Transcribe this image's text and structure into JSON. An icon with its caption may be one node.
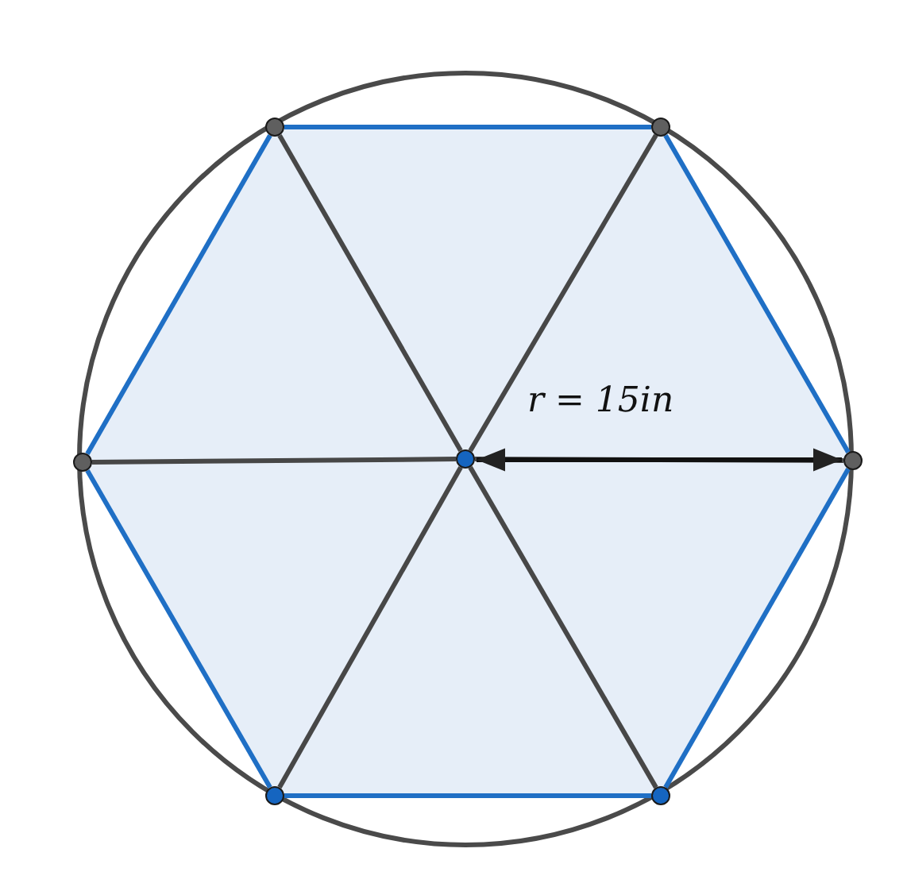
{
  "diagram": {
    "nodes": [
      {
        "text": [],
        "shape": "circle"
      },
      {
        "text": [],
        "shape": "circle"
      },
      {
        "text": [],
        "shape": "circle"
      },
      {
        "text": [],
        "shape": "circle"
      },
      {
        "text": [],
        "shape": "circle"
      },
      {
        "text": [],
        "shape": "circle"
      },
      {
        "text": [],
        "shape": "circle"
      }
    ],
    "edges": [
      {
        "from": 0,
        "to": 1,
        "arrow": "none",
        "color": "#1f6fc5"
      },
      {
        "from": 1,
        "to": 4,
        "arrow": "none",
        "color": "#1f6fc5"
      },
      {
        "from": 4,
        "to": 6,
        "arrow": "none",
        "color": "#1f6fc5"
      },
      {
        "from": 6,
        "to": 5,
        "arrow": "none",
        "color": "#1f6fc5"
      },
      {
        "from": 5,
        "to": 2,
        "arrow": "none",
        "color": "#1f6fc5"
      },
      {
        "from": 2,
        "to": 0,
        "arrow": "none",
        "color": "#1f6fc5"
      },
      {
        "from": 3,
        "to": 0,
        "arrow": "none",
        "color": "#474747"
      },
      {
        "from": 3,
        "to": 1,
        "arrow": "none",
        "color": "#474747"
      },
      {
        "from": 3,
        "to": 2,
        "arrow": "none",
        "color": "#474747"
      },
      {
        "from": 3,
        "to": 4,
        "arrow": "none",
        "color": "#474747"
      },
      {
        "from": 3,
        "to": 5,
        "arrow": "none",
        "color": "#474747"
      },
      {
        "from": 3,
        "to": 6,
        "arrow": "none",
        "color": "#474747"
      }
    ],
    "labels": [
      "r = 15in"
    ]
  }
}
